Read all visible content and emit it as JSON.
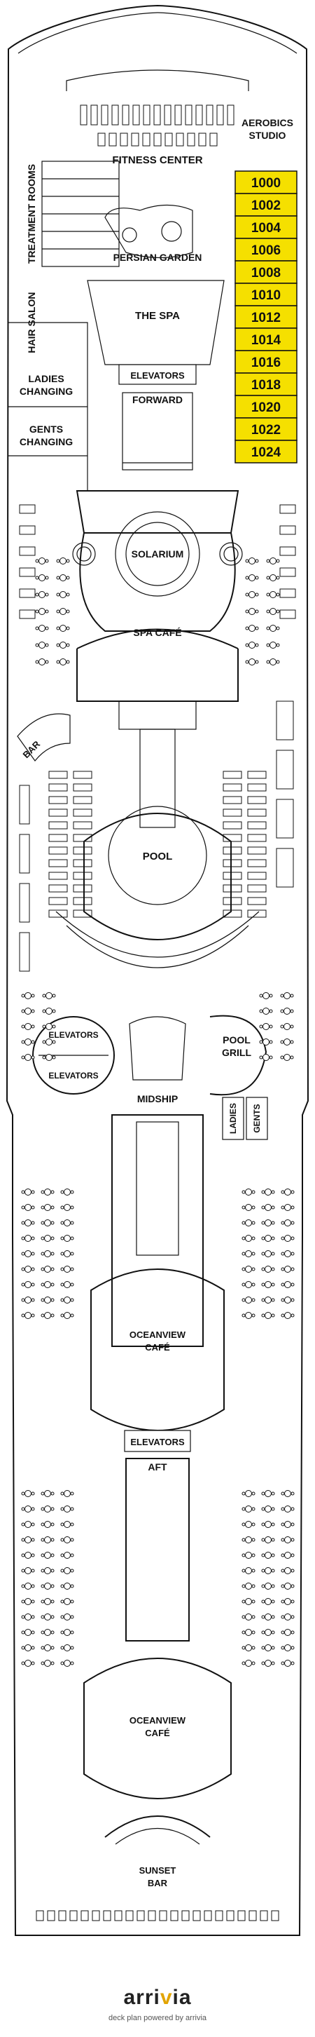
{
  "labels": {
    "aerobics_1": "AEROBICS",
    "aerobics_2": "STUDIO",
    "fitness_center": "FITNESS CENTER",
    "treatment_rooms": "TREATMENT ROOMS",
    "persian_garden": "PERSIAN GARDEN",
    "hair_salon": "HAIR SALON",
    "the_spa": "THE SPA",
    "elevators_fwd": "ELEVATORS",
    "forward": "FORWARD",
    "ladies_changing_1": "LADIES",
    "ladies_changing_2": "CHANGING",
    "gents_changing_1": "GENTS",
    "gents_changing_2": "CHANGING",
    "solarium": "SOLARIUM",
    "spa_cafe": "SPA CAFÉ",
    "bar": "BAR",
    "pool": "POOL",
    "elevators_mid_top": "ELEVATORS",
    "elevators_mid_bottom": "ELEVATORS",
    "pool_grill_1": "POOL",
    "pool_grill_2": "GRILL",
    "midship": "MIDSHIP",
    "ladies": "LADIES",
    "gents": "GENTS",
    "oceanview_cafe_1a": "OCEANVIEW",
    "oceanview_cafe_1b": "CAFÉ",
    "elevators_aft": "ELEVATORS",
    "aft": "AFT",
    "oceanview_cafe_2a": "OCEANVIEW",
    "oceanview_cafe_2b": "CAFÉ",
    "sunset_bar_1": "SUNSET",
    "sunset_bar_2": "BAR"
  },
  "cabins": [
    "1000",
    "1002",
    "1004",
    "1006",
    "1008",
    "1010",
    "1012",
    "1014",
    "1016",
    "1018",
    "1020",
    "1022",
    "1024"
  ],
  "colors": {
    "cabin_fill": "#f5e000",
    "outline": "#111111",
    "background": "#ffffff",
    "brand_accent": "#e2a400"
  },
  "branding": {
    "logo_text_a": "arri",
    "logo_text_v": "v",
    "logo_text_b": "ia",
    "tagline": "deck plan powered by arrivia"
  }
}
